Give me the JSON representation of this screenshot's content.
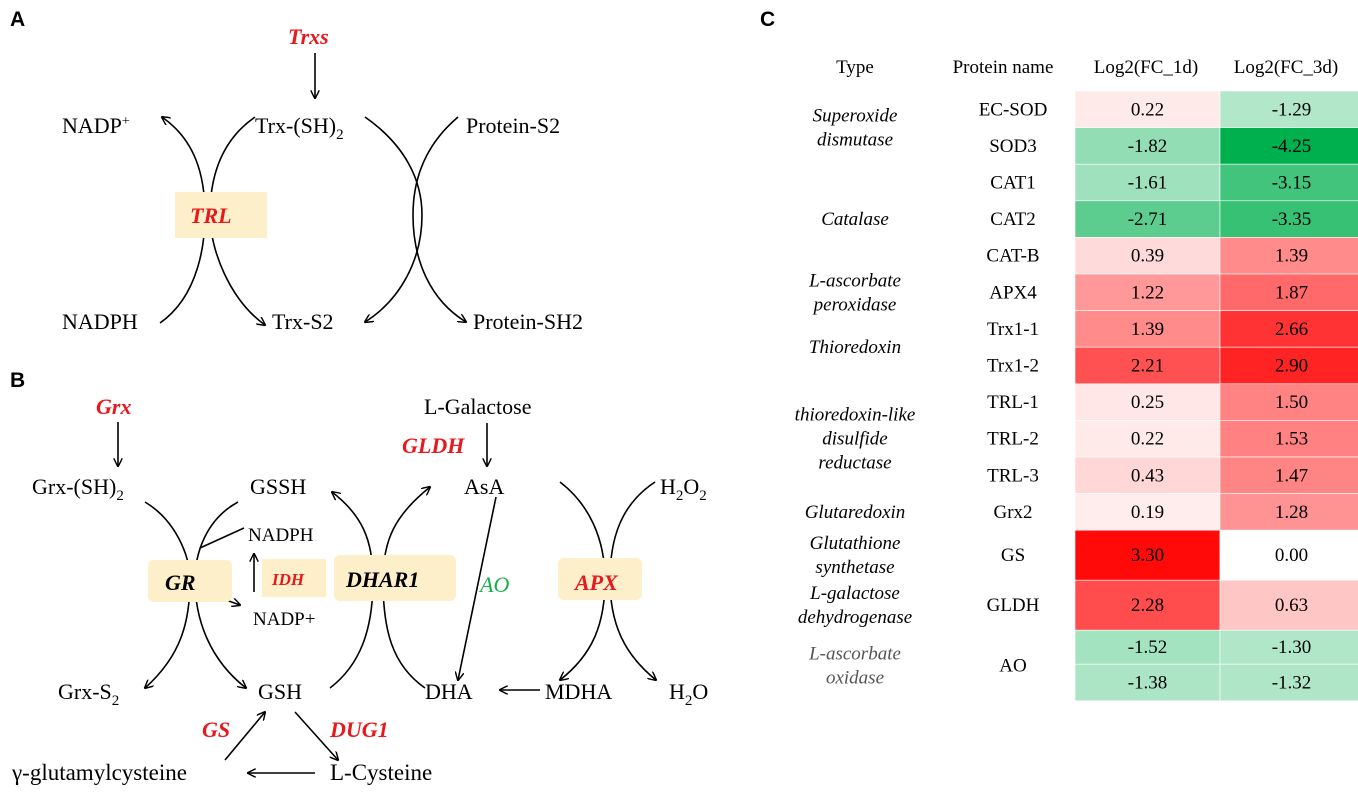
{
  "panels": {
    "a": "A",
    "b": "B",
    "c": "C"
  },
  "panel_a": {
    "trxs": "Trxs",
    "nadp_plus": "NADP",
    "nadp_plus_sup": "+",
    "trx_sh2": "Trx-(SH)",
    "trx_sh2_sub": "2",
    "protein_s2": "Protein-S2",
    "trl": "TRL",
    "nadph": "NADPH",
    "trx_s2": "Trx-S2",
    "protein_sh2": "Protein-SH2"
  },
  "panel_b": {
    "grx": "Grx",
    "grx_sh2": "Grx-(SH)",
    "grx_sh2_sub": "2",
    "gssh": "GSSH",
    "l_galactose": "L-Galactose",
    "gldh": "GLDH",
    "asa": "AsA",
    "h2o2": "H",
    "h2o2_sub1": "2",
    "h2o2_mid": "O",
    "h2o2_sub2": "2",
    "nadph": "NADPH",
    "gr": "GR",
    "idh": "IDH",
    "dhar1": "DHAR1",
    "ao": "AO",
    "apx": "APX",
    "nadp_plus": "NADP+",
    "grx_s2": "Grx-S",
    "grx_s2_sub": "2",
    "gsh": "GSH",
    "dha": "DHA",
    "mdha": "MDHA",
    "h2o": "H",
    "h2o_sub": "2",
    "h2o_o": "O",
    "gs": "GS",
    "dug1": "DUG1",
    "gamma_glu": "γ-glutamylcysteine",
    "l_cysteine": "L-Cysteine"
  },
  "colors": {
    "highlight_box": "#fcefc9",
    "red_label": "#e8191c",
    "green_label": "#1aaf4b",
    "max_red": "#ff0000",
    "max_green": "#00b04f"
  },
  "table": {
    "headers": [
      "Type",
      "Protein name",
      "Log2(FC_1d)",
      "Log2(FC_3d)"
    ],
    "groups": [
      {
        "type": [
          "Superoxide",
          "dismutase"
        ],
        "rows": 2
      },
      {
        "type": [
          "Catalase"
        ],
        "rows": 3
      },
      {
        "type": [
          "L-ascorbate",
          "peroxidase"
        ],
        "rows": 1
      },
      {
        "type": [
          "Thioredoxin"
        ],
        "rows": 2
      },
      {
        "type": [
          "thioredoxin-like",
          "disulfide",
          "reductase"
        ],
        "rows": 3
      },
      {
        "type": [
          "Glutaredoxin"
        ],
        "rows": 1
      },
      {
        "type": [
          "Glutathione",
          "synthetase"
        ],
        "rows": 1
      },
      {
        "type": [
          "L-galactose",
          "dehydrogenase"
        ],
        "rows": 1
      },
      {
        "type": [
          "L-ascorbate",
          "oxidase"
        ],
        "rows": 2
      }
    ],
    "rows": [
      {
        "protein": "EC-SOD",
        "fc1d": "0.22",
        "fc3d": "-1.29"
      },
      {
        "protein": "SOD3",
        "fc1d": "-1.82",
        "fc3d": "-4.25"
      },
      {
        "protein": "CAT1",
        "fc1d": "-1.61",
        "fc3d": "-3.15"
      },
      {
        "protein": "CAT2",
        "fc1d": "-2.71",
        "fc3d": "-3.35"
      },
      {
        "protein": "CAT-B",
        "fc1d": "0.39",
        "fc3d": "1.39"
      },
      {
        "protein": "APX4",
        "fc1d": "1.22",
        "fc3d": "1.87"
      },
      {
        "protein": "Trx1-1",
        "fc1d": "1.39",
        "fc3d": "2.66"
      },
      {
        "protein": "Trx1-2",
        "fc1d": "2.21",
        "fc3d": "2.90"
      },
      {
        "protein": "TRL-1",
        "fc1d": "0.25",
        "fc3d": "1.50"
      },
      {
        "protein": "TRL-2",
        "fc1d": "0.22",
        "fc3d": "1.53"
      },
      {
        "protein": "TRL-3",
        "fc1d": "0.43",
        "fc3d": "1.47"
      },
      {
        "protein": "Grx2",
        "fc1d": "0.19",
        "fc3d": "1.28"
      },
      {
        "protein": "GS",
        "fc1d": "3.30",
        "fc3d": "0.00"
      },
      {
        "protein": "GLDH",
        "fc1d": "2.28",
        "fc3d": "0.63"
      },
      {
        "protein": "AO",
        "fc1d": "-1.52",
        "fc3d": "-1.30"
      },
      {
        "protein": "",
        "fc1d": "-1.38",
        "fc3d": "-1.32"
      }
    ]
  }
}
